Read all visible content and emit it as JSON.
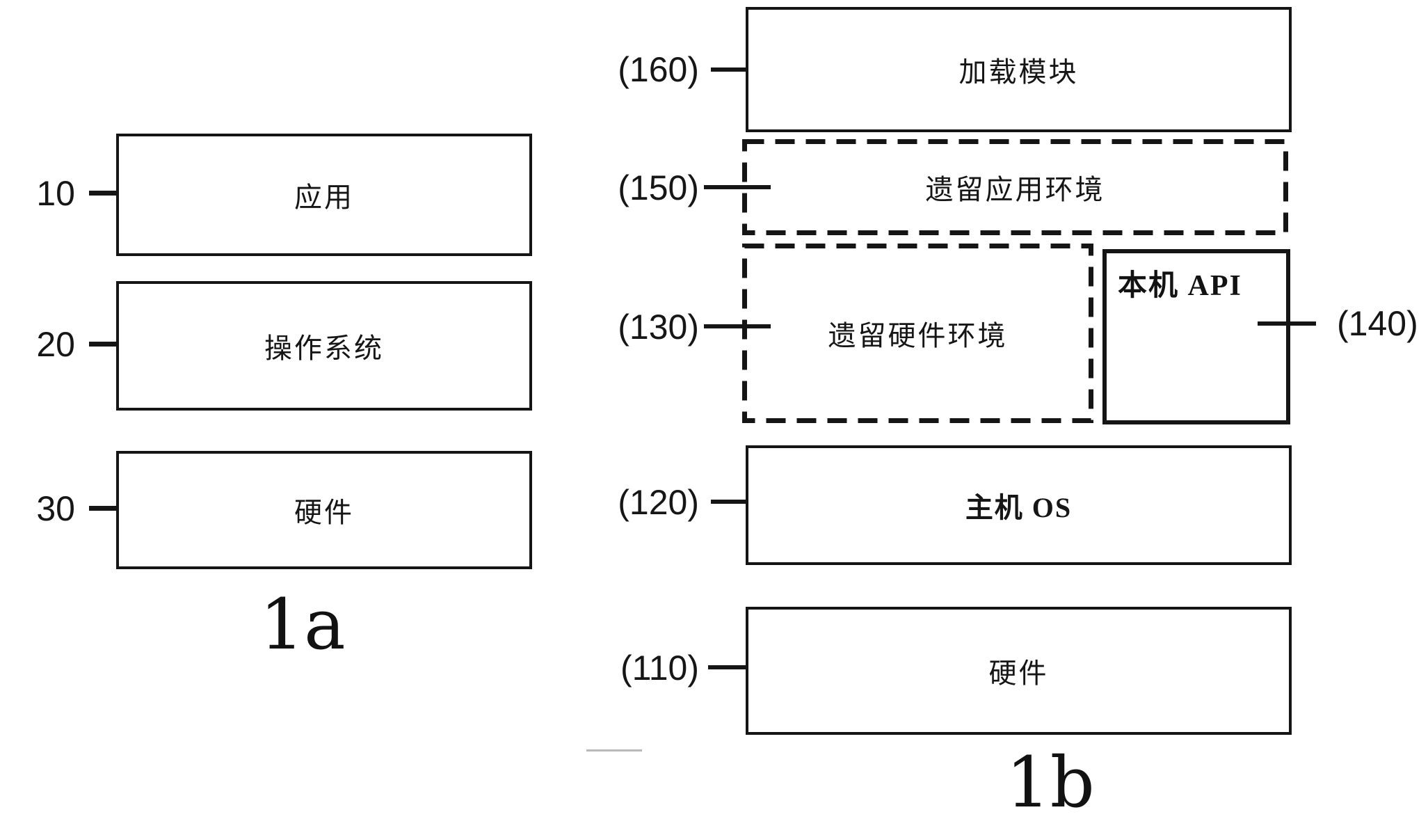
{
  "colors": {
    "ink": "#151515",
    "background": "#ffffff",
    "artifact_line": "#b9b9b9"
  },
  "diagram_a": {
    "caption": "1a",
    "boxes": [
      {
        "ref": "10",
        "label": "应用"
      },
      {
        "ref": "20",
        "label": "操作系统"
      },
      {
        "ref": "30",
        "label": "硬件"
      }
    ]
  },
  "diagram_b": {
    "caption": "1b",
    "boxes": [
      {
        "ref": "(160)",
        "label": "加载模块",
        "border": "solid"
      },
      {
        "ref": "(150)",
        "label": "遗留应用环境",
        "border": "dashed"
      },
      {
        "ref": "(130)",
        "label": "遗留硬件环境",
        "border": "dashed"
      },
      {
        "ref": "(140)",
        "label": "本机 API",
        "border": "solid"
      },
      {
        "ref": "(120)",
        "label": "主机 OS",
        "border": "solid"
      },
      {
        "ref": "(110)",
        "label": "硬件",
        "border": "solid"
      }
    ]
  }
}
